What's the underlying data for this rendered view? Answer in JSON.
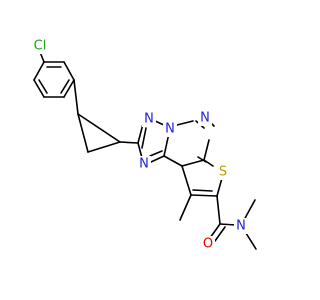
{
  "molecule": {
    "atoms": {
      "cl": {
        "label": "Cl",
        "color": "#1fa31f"
      },
      "n1": {
        "label": "N",
        "color": "#2020e0"
      },
      "n2": {
        "label": "N",
        "color": "#2020e0"
      },
      "n3": {
        "label": "N",
        "color": "#2020e0"
      },
      "n4": {
        "label": "N",
        "color": "#2020e0"
      },
      "n5": {
        "label": "N",
        "color": "#2020e0"
      },
      "s": {
        "label": "S",
        "color": "#b8a000"
      },
      "o": {
        "label": "O",
        "color": "#e00000"
      }
    },
    "bond_color": "#000000"
  }
}
